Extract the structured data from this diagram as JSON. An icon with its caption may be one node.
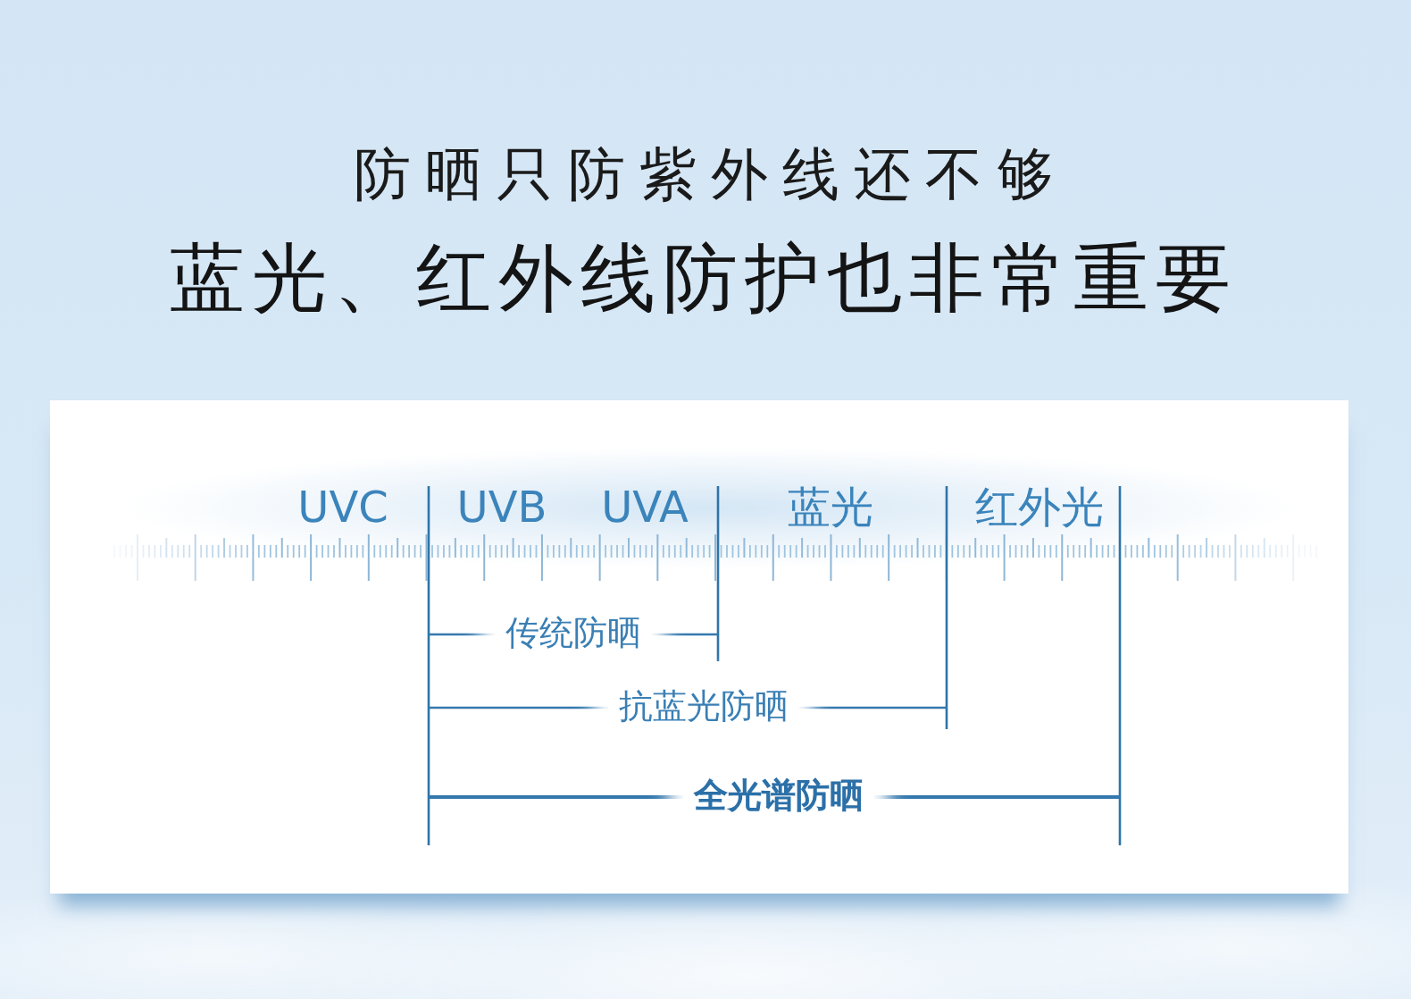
{
  "diagram": {
    "title": "防晒只防紫外线还不够",
    "labels": [
      "蓝光、红外线防护也非常重要",
      "UVC",
      "UVB",
      "UVA",
      "蓝光",
      "红外光",
      "传统防晒",
      "抗蓝光防晒",
      "全光谱防晒"
    ]
  }
}
